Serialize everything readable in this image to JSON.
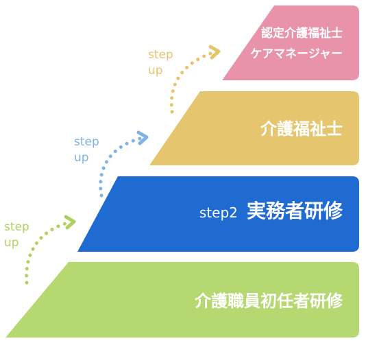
{
  "colors": {
    "tier1": "#b5d870",
    "tier2": "#1f6bd1",
    "tier3": "#e5c66f",
    "tier4": "#e993ab",
    "arrow1": "#b0d060",
    "arrow2": "#7fb2e6",
    "arrow3": "#e6c56a",
    "text": "#ffffff"
  },
  "tiers": {
    "tier1": {
      "label": "介護職員初任者研修"
    },
    "tier2": {
      "prefix": "step2",
      "label": "実務者研修"
    },
    "tier3": {
      "label": "介護福祉士"
    },
    "tier4": {
      "line1": "認定介護福祉士",
      "line2": "ケアマネージャー"
    }
  },
  "steps": [
    {
      "line1": "step",
      "line2": "up"
    },
    {
      "line1": "step",
      "line2": "up"
    },
    {
      "line1": "step",
      "line2": "up"
    }
  ]
}
